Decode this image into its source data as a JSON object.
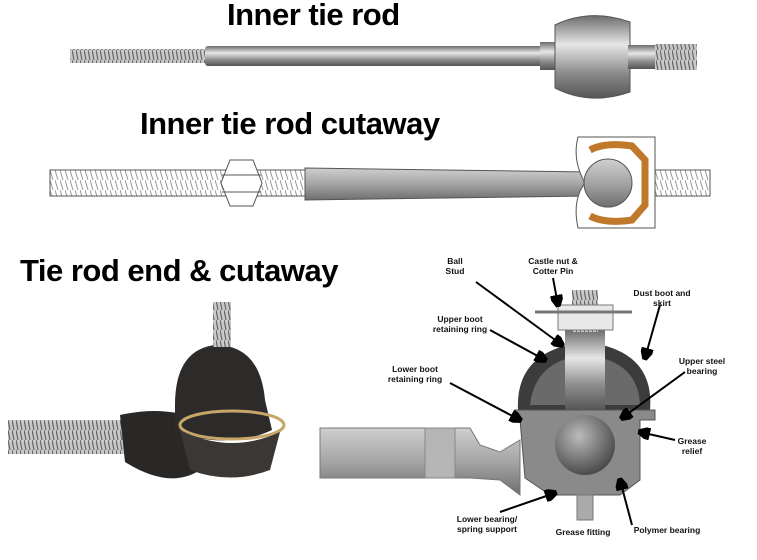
{
  "titles": {
    "inner_tie_rod": "Inner tie rod",
    "inner_tie_rod_cutaway": "Inner tie rod cutaway",
    "tie_rod_end_cutaway": "Tie rod end & cutaway"
  },
  "callouts": {
    "ball_stud": "Ball\nStud",
    "castle_nut": "Castle nut &\nCotter Pin",
    "dust_boot": "Dust boot and\nskirt",
    "upper_boot_ring": "Upper boot\nretaining ring",
    "lower_boot_ring": "Lower boot\nretaining ring",
    "upper_steel_bearing": "Upper steel\nbearing",
    "grease_relief": "Grease\nrelief",
    "lower_bearing": "Lower bearing/\nspring support",
    "grease_fitting": "Grease fitting",
    "polymer_bearing": "Polymer bearing"
  },
  "colors": {
    "bearing_orange": "#c0782a",
    "metal": "#9a9a9a"
  }
}
